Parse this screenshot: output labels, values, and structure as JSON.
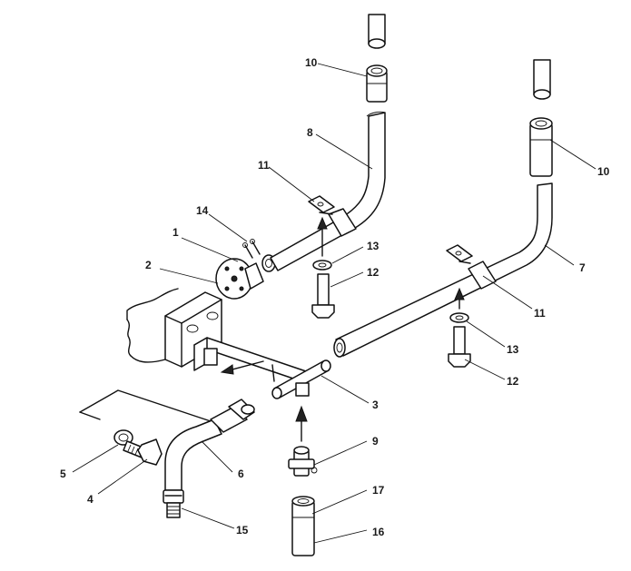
{
  "callouts": {
    "c1": "1",
    "c2": "2",
    "c3": "3",
    "c4": "4",
    "c5": "5",
    "c6": "6",
    "c7": "7",
    "c8": "8",
    "c9": "9",
    "c10a": "10",
    "c10b": "10",
    "c11a": "11",
    "c11b": "11",
    "c12a": "12",
    "c12b": "12",
    "c13a": "13",
    "c13b": "13",
    "c14": "14",
    "c15": "15",
    "c16": "16",
    "c17": "17"
  }
}
